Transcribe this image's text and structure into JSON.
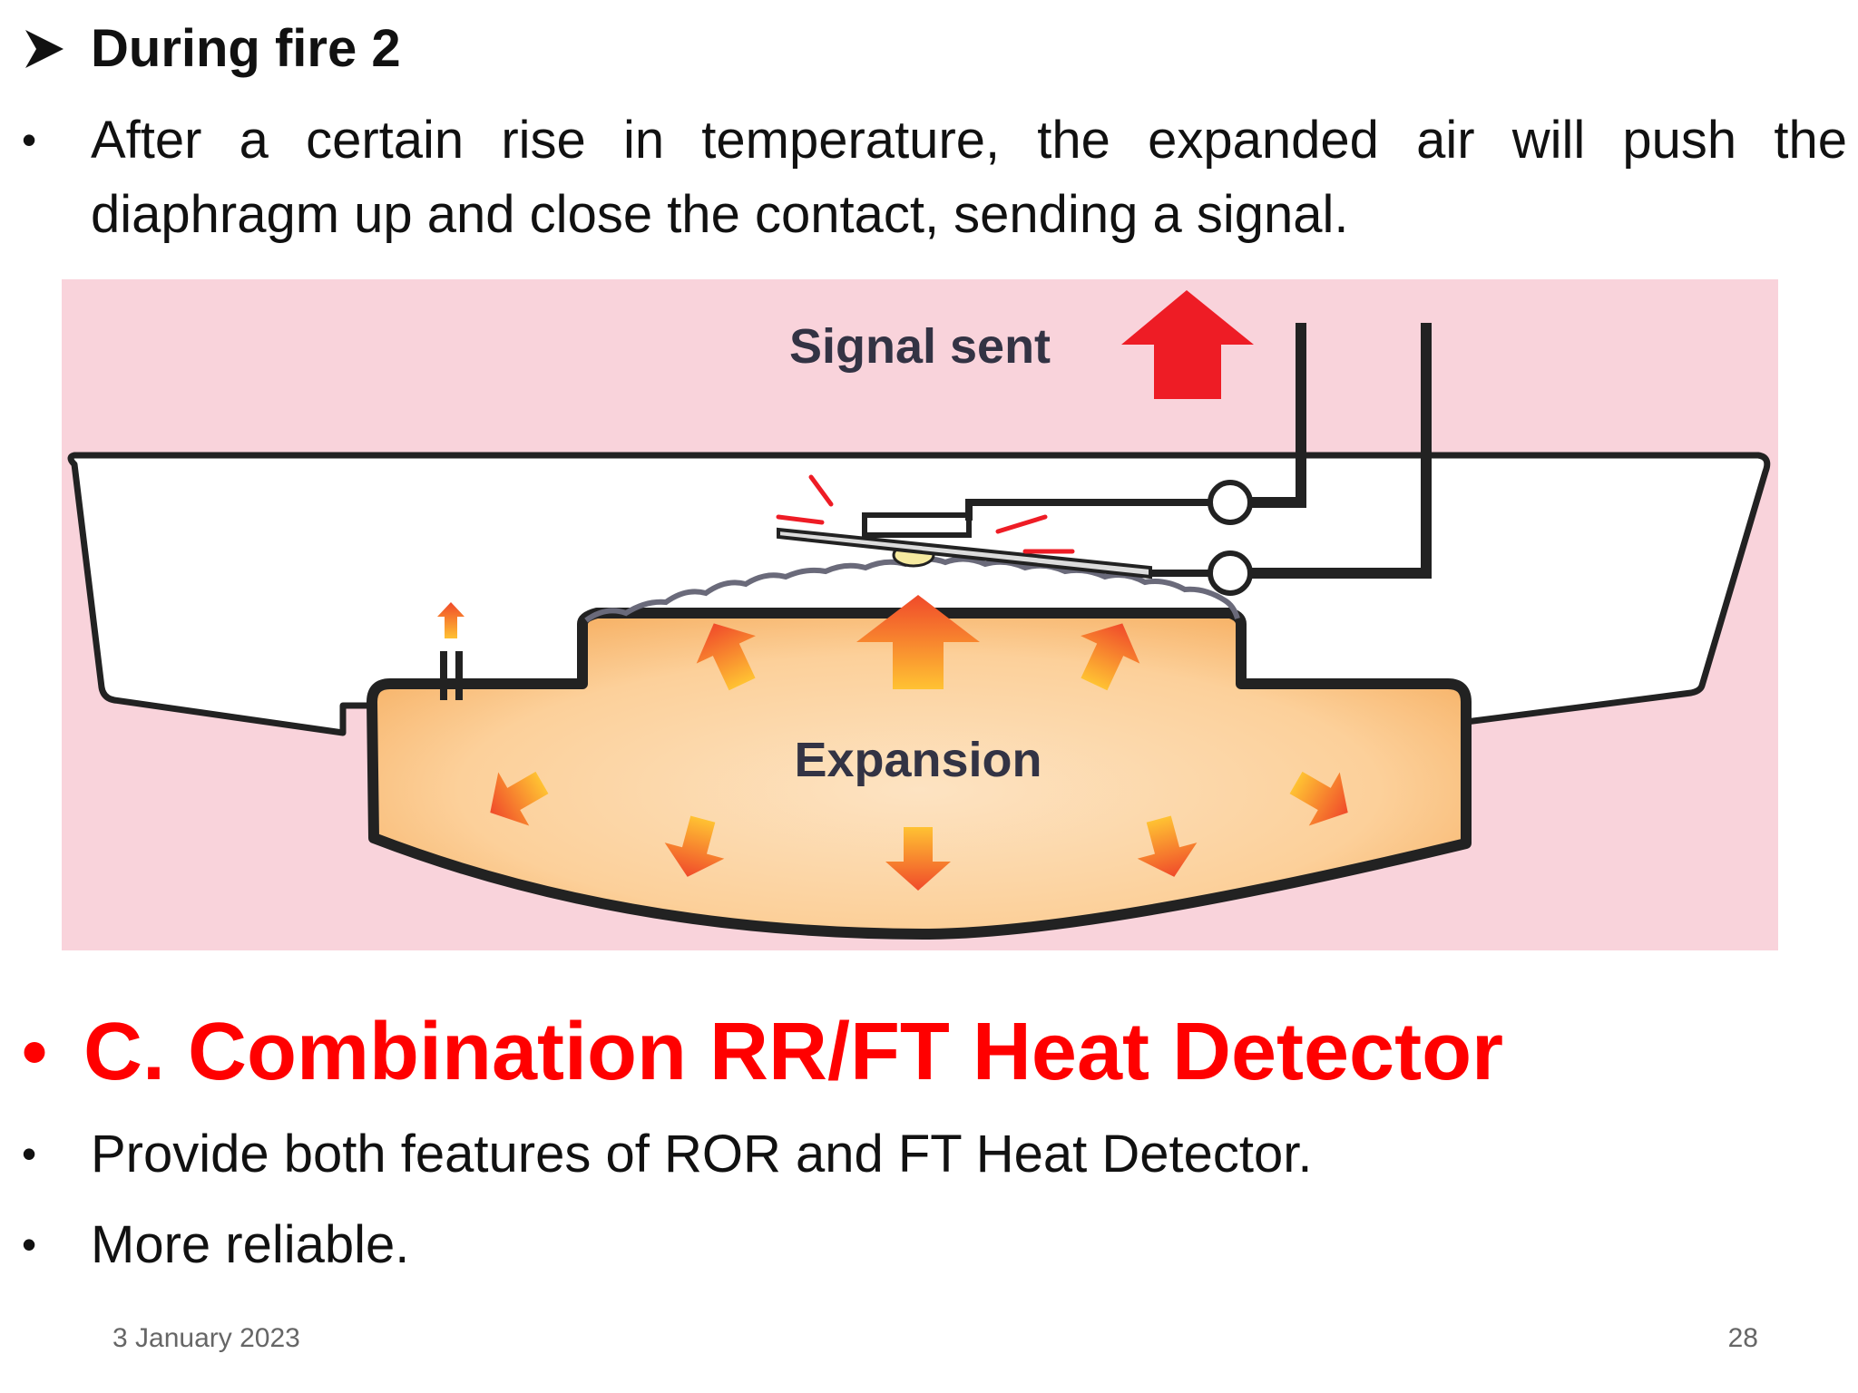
{
  "heading": {
    "text": "During fire 2"
  },
  "paragraph1": {
    "line1": "After a certain rise in temperature, the expanded air will push the",
    "line2": "diaphragm up and close the contact, sending a signal."
  },
  "diagram": {
    "signal_label": "Signal sent",
    "chamber_label": "Expansion",
    "colors": {
      "background": "#f9d3db",
      "arrow_red": "#ee1c25",
      "chamber_fill": "#fbc98a",
      "outline": "#222222"
    }
  },
  "section": {
    "title": "C. Combination RR/FT Heat Detector"
  },
  "bullets": [
    "Provide both features of ROR and FT Heat Detector.",
    "More reliable."
  ],
  "footer": {
    "date": "3 January 2023",
    "page": "28"
  }
}
